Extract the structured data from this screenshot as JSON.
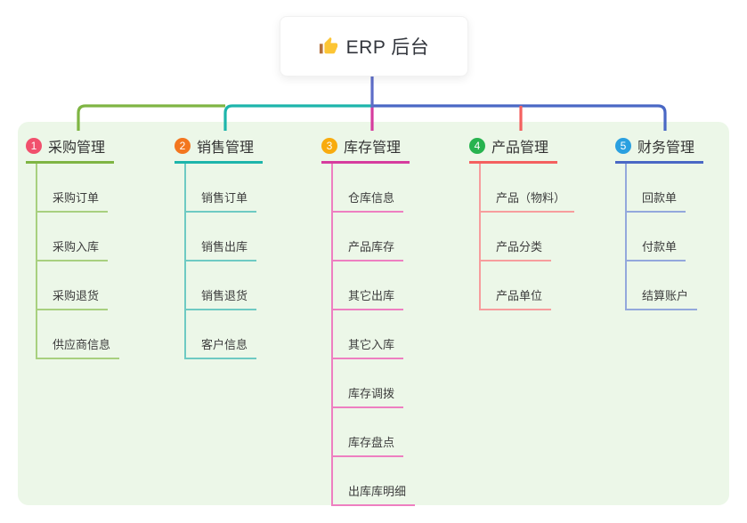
{
  "root": {
    "icon": "thumbs-up",
    "title": "ERP 后台"
  },
  "panel": {
    "background": "#ecf7e8"
  },
  "connectors": {
    "root_stem": "#5e6dc8",
    "to_branch1": "#7fb543",
    "to_branch2": "#1db5ab",
    "to_branch3": "#d63c9e",
    "to_branch4": "#f4605f",
    "to_branch5": "#4a68c5"
  },
  "branches": [
    {
      "index": "1",
      "title": "采购管理",
      "colors": {
        "badge": "#f1506d",
        "line": "#7fb543",
        "child_line": "#a8d07f"
      },
      "children": [
        "采购订单",
        "采购入库",
        "采购退货",
        "供应商信息"
      ]
    },
    {
      "index": "2",
      "title": "销售管理",
      "colors": {
        "badge": "#f3761f",
        "line": "#1db5ab",
        "child_line": "#6ecac3"
      },
      "children": [
        "销售订单",
        "销售出库",
        "销售退货",
        "客户信息"
      ]
    },
    {
      "index": "3",
      "title": "库存管理",
      "colors": {
        "badge": "#f8ab0e",
        "line": "#d63c9e",
        "child_line": "#ee7fc1"
      },
      "children": [
        "仓库信息",
        "产品库存",
        "其它出库",
        "其它入库",
        "库存调拨",
        "库存盘点",
        "出库库明细"
      ]
    },
    {
      "index": "4",
      "title": "产品管理",
      "colors": {
        "badge": "#27b34f",
        "line": "#f4605f",
        "child_line": "#f79d9d"
      },
      "children": [
        "产品（物料）",
        "产品分类",
        "产品单位"
      ]
    },
    {
      "index": "5",
      "title": "财务管理",
      "colors": {
        "badge": "#2aa0e0",
        "line": "#4a68c5",
        "child_line": "#93a8dc"
      },
      "children": [
        "回款单",
        "付款单",
        "结算账户"
      ]
    }
  ]
}
